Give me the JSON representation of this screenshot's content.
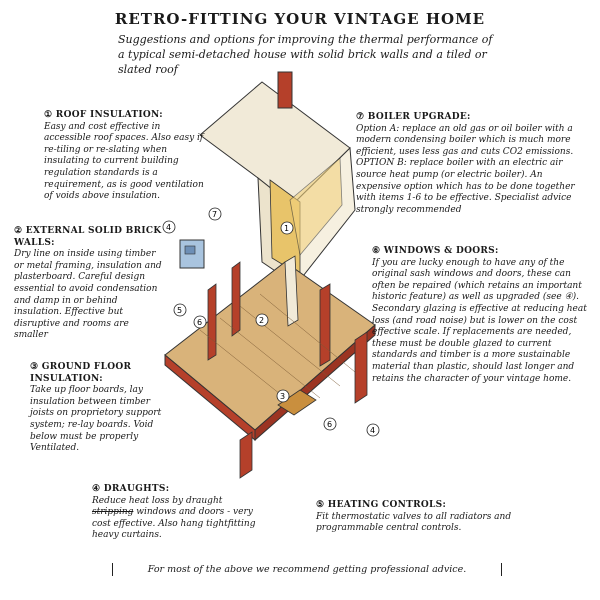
{
  "title": "RETRO-FITTING YOUR VINTAGE HOME",
  "subtitle": "Suggestions and options for improving the thermal performance of a typical semi-detached house with solid brick walls and a tiled or slated roof",
  "sections": {
    "roof": {
      "head": "① ROOF INSULATION:",
      "body": "Easy and cost effective in accessible roof spaces. Also easy if re-tiling or re-slating when insulating to current building regulation standards is a requirement, as is good ventilation of voids above insulation."
    },
    "walls": {
      "head": "② EXTERNAL SOLID BRICK WALLS:",
      "body": "Dry line on inside using timber or metal framing, insulation and plasterboard. Careful design essential to avoid condensation and damp in or behind insulation. Effective but disruptive and rooms are smaller"
    },
    "floor": {
      "head": "③ GROUND FLOOR INSULATION:",
      "body": "Take up floor boards, lay insulation between timber joists on proprietory support system; re-lay boards. Void below must be properly Ventilated."
    },
    "drafts": {
      "head": "④ DRAUGHTS:",
      "body_a": "Reduce heat loss by draught",
      "body_strike": "stripping",
      "body_b": "windows and doors - very cost effective. Also hang tightfitting heavy curtains."
    },
    "boiler": {
      "head": "⑦ BOILER UPGRADE:",
      "body": "Option A: replace an old gas or oil boiler with a modern condensing boiler which is much more efficient, uses less gas and cuts CO2 emissions. OPTION B: replace boiler with an electric air source heat pump (or electric boiler). An expensive option which has to be done together with items 1-6 to be effective. Specialist advice strongly recommended"
    },
    "windows": {
      "head": "⑥ WINDOWS & DOORS:",
      "body": "If you are lucky enough to have any of the original sash windows and doors, these can often be repaired (which retains an important historic feature) as well as upgraded (see ④). Secondary glazing is effective at reducing heat loss (and road noise) but is lower on the cost effective scale. If replacements are needed, these must be double glazed to current standards and timber is a more sustainable material than plastic, should last longer and retains the character of your vintage home."
    },
    "heating": {
      "head": "⑤ HEATING CONTROLS:",
      "body": "Fit thermostatic valves to all radiators and programmable central controls."
    }
  },
  "footer": "For most of the above we recommend getting professional advice.",
  "callouts": [
    "1",
    "2",
    "3",
    "4",
    "5",
    "6",
    "7"
  ],
  "colors": {
    "brick": "#b5402a",
    "wall": "#f1ead8",
    "floor": "#d9b37a",
    "glass": "#a9c4df",
    "ink": "#1a1a1a"
  }
}
